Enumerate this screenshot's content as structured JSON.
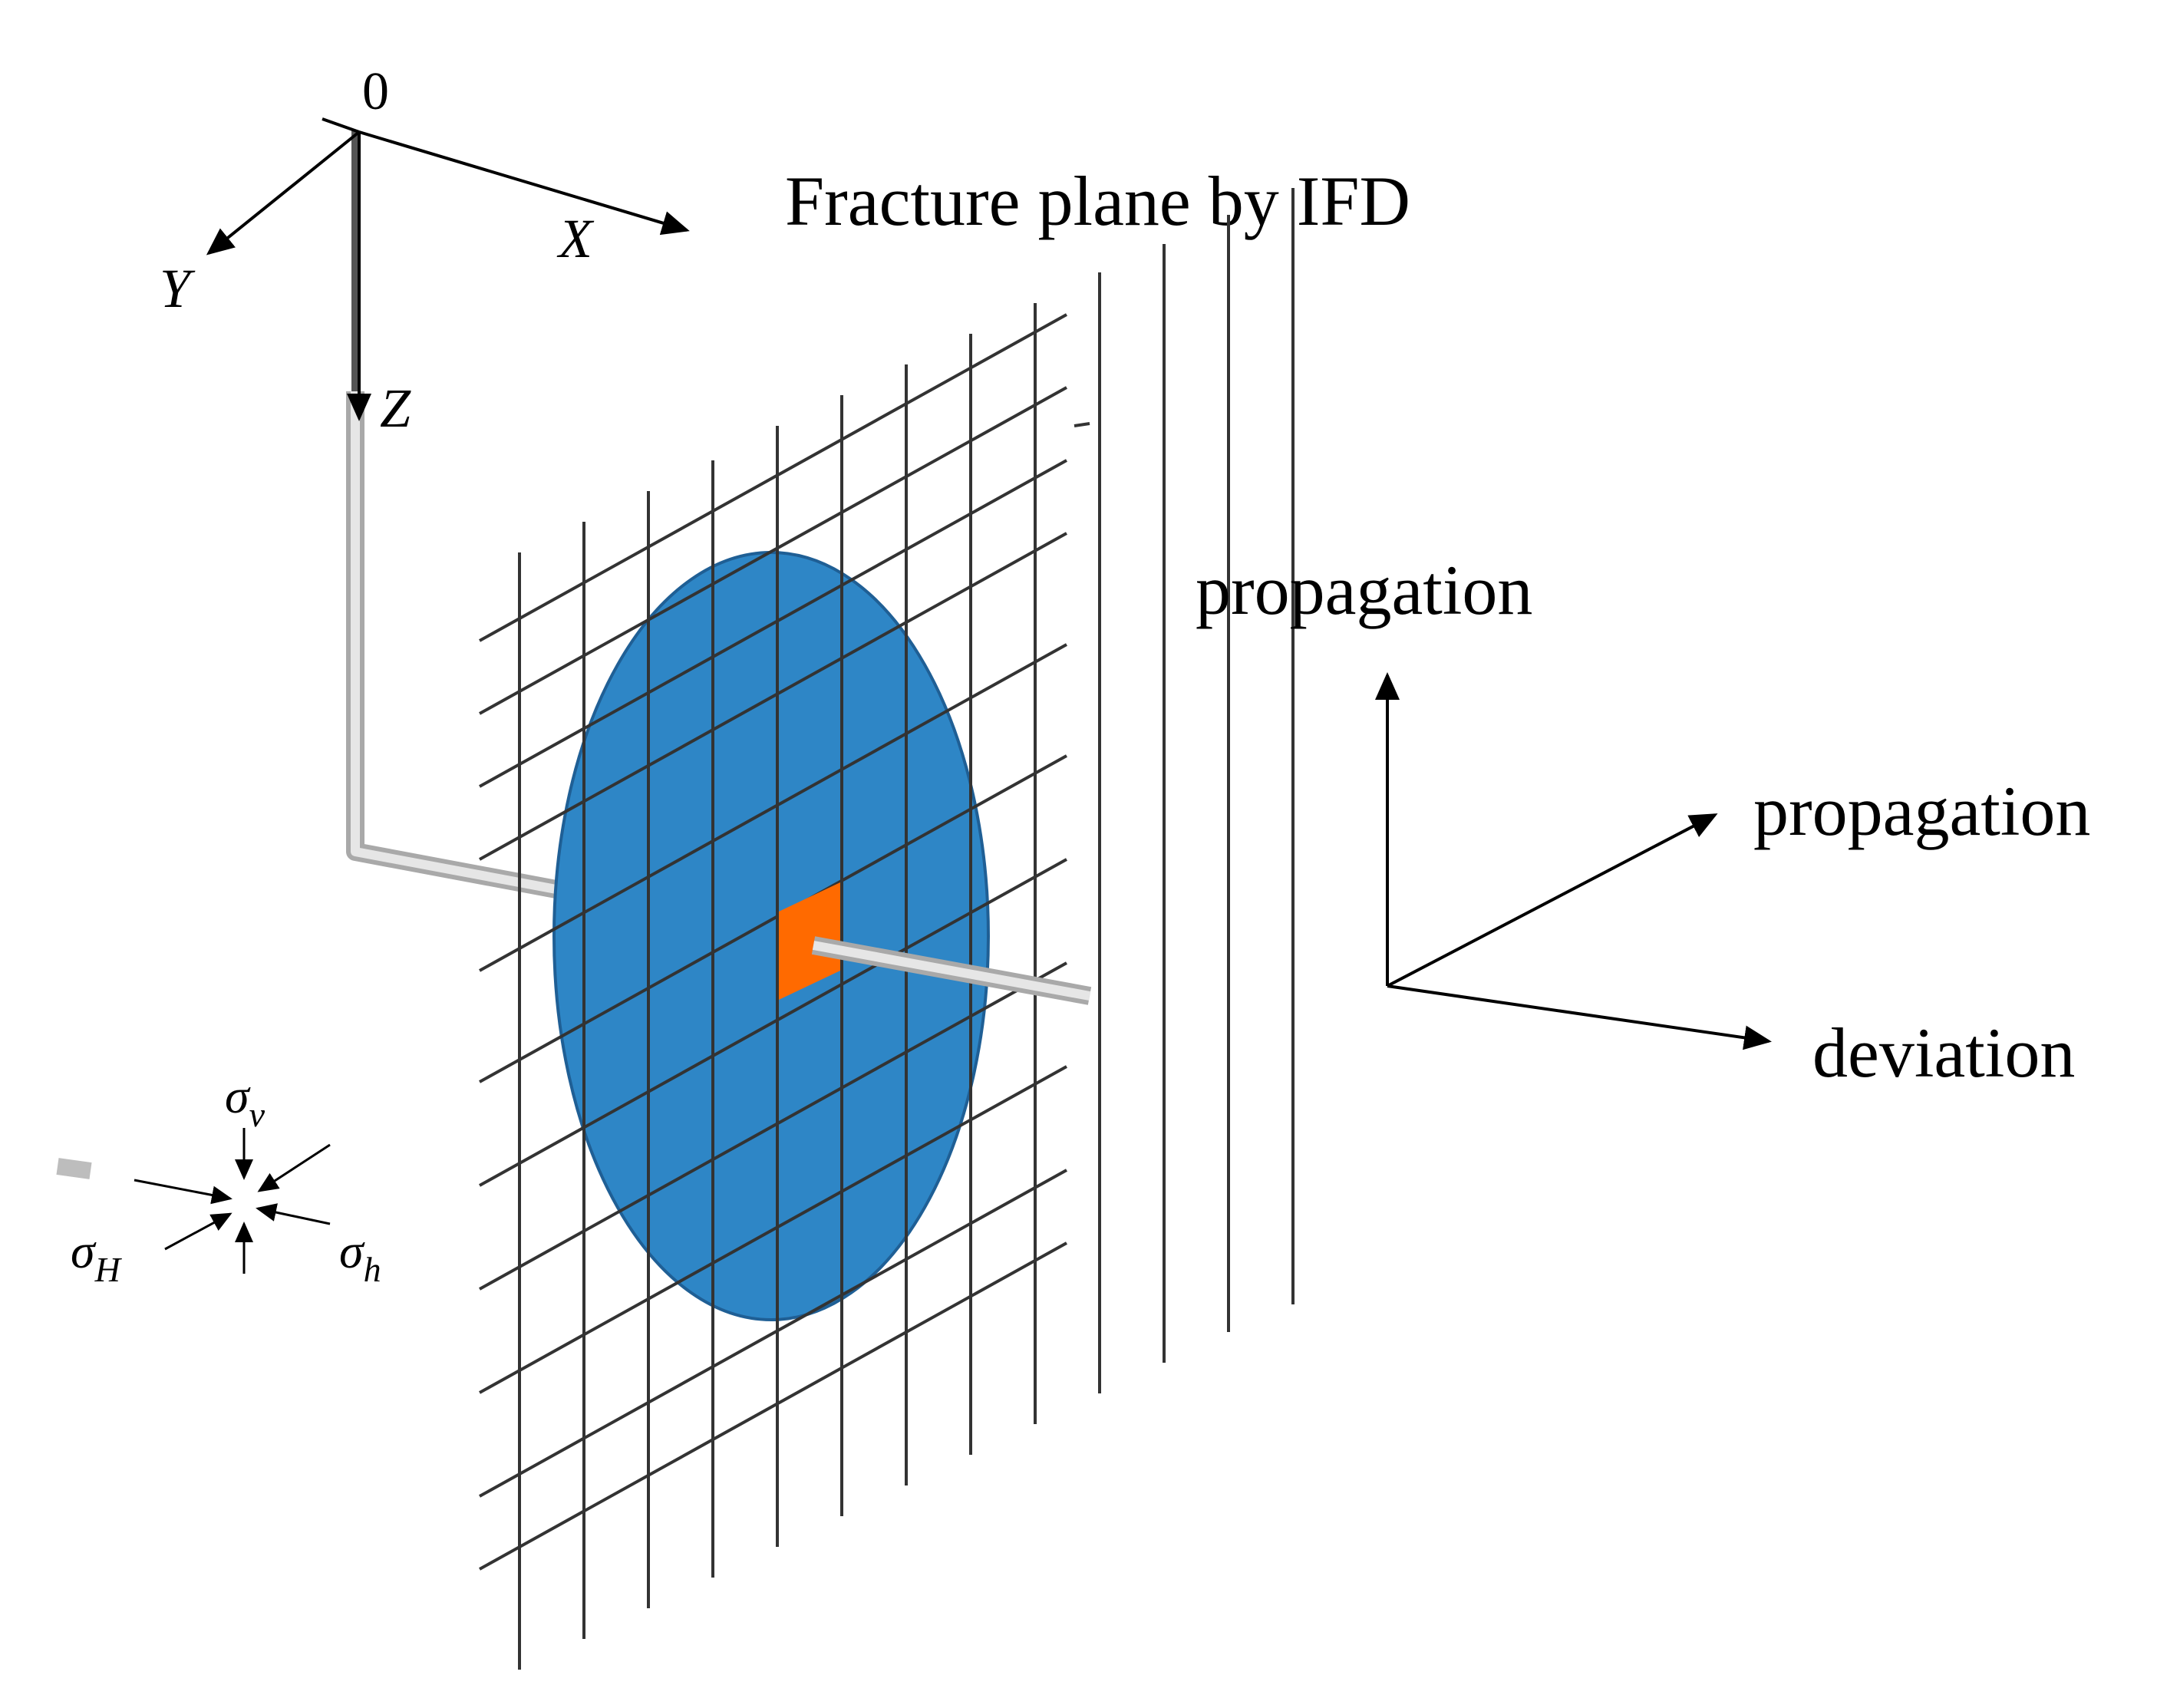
{
  "title": "Fracture plane by IFD",
  "axes": {
    "origin": "0",
    "x": "X",
    "y": "Y",
    "z": "Z"
  },
  "direction_labels": {
    "up": "propagation",
    "diagonal": "propagation",
    "horizontal": "deviation"
  },
  "stress_labels": {
    "vertical": "σ",
    "vertical_sub": "v",
    "max_horizontal": "σ",
    "max_horizontal_sub": "H",
    "min_horizontal": "σ",
    "min_horizontal_sub": "h"
  },
  "colors": {
    "fracture_disk": "#2E86C6",
    "fracture_disk_edge": "#1F5F95",
    "perforation": "#FF6A00",
    "wellbore": "#C8C8C8",
    "grid": "#333333"
  }
}
